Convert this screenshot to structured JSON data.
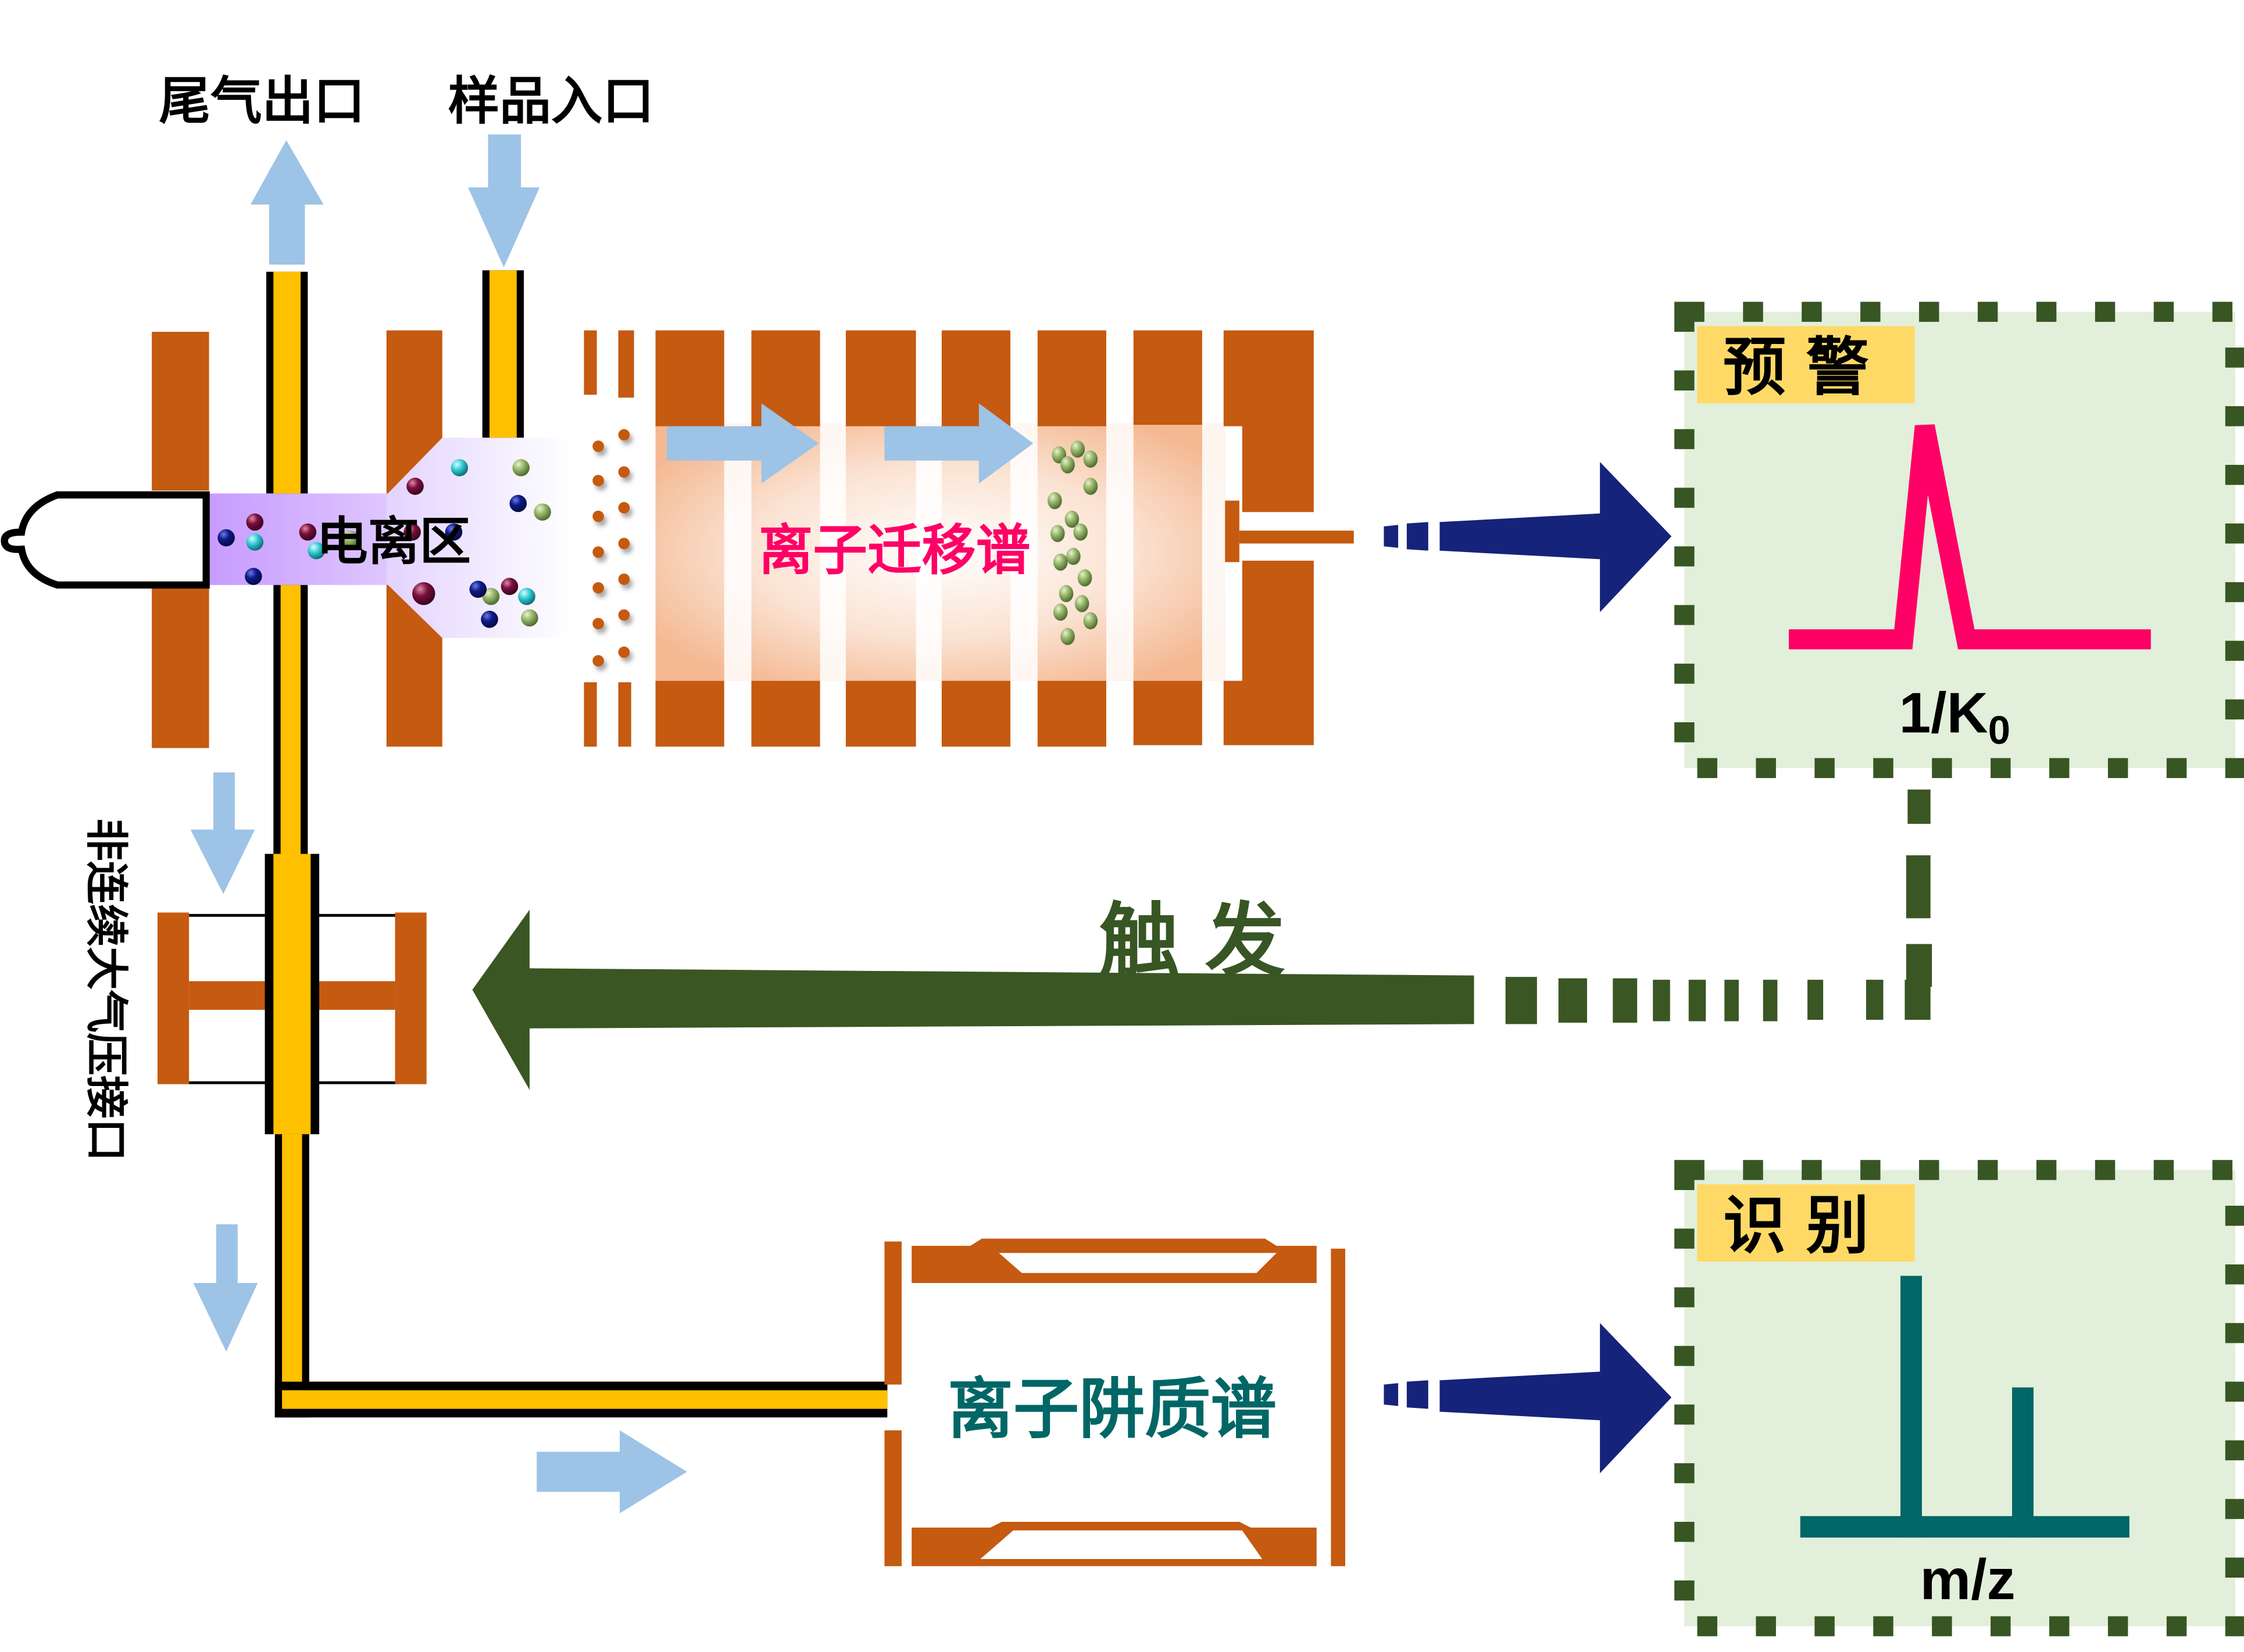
{
  "title": "离子迁移谱-离子阱质谱联用示意图",
  "labels": {
    "exhaust_outlet": "尾气出口",
    "sample_inlet": "样品入口",
    "ionization_zone": "电离区",
    "ims": "离子迁移谱",
    "interface": "非连续大气压接口",
    "trigger": "触发",
    "ion_trap_ms": "离子阱质谱"
  },
  "panels": {
    "warning": {
      "tag": "预警",
      "axis_label": "1/K",
      "axis_subscript": "0",
      "trace_color": "#ff0066",
      "trace_type": "single drift-time peak"
    },
    "identify": {
      "tag": "识别",
      "axis_label": "m/z",
      "trace_color": "#006766",
      "trace_type": "stick mass spectrum",
      "peaks_relative_height": [
        1.0,
        0.57
      ]
    }
  },
  "colors": {
    "electrode": "#c55a11",
    "pipe_fill": "#ffc000",
    "pipe_border": "#000000",
    "flow_arrow": "#9dc3e6",
    "signal_arrow": "#15237a",
    "trigger_arrow": "#3a5623",
    "panel_fill": "#e2efda",
    "panel_border": "#375623",
    "tag_fill": "#ffd966",
    "ionization_gas": "#c9a0ff"
  }
}
